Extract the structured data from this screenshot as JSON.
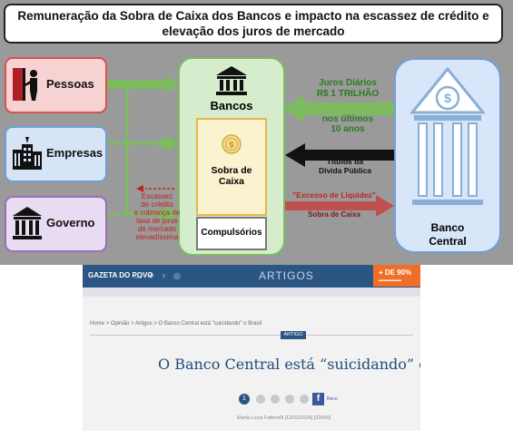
{
  "title": {
    "line1": "Remuneração da Sobra de Caixa dos Bancos e impacto na escassez de crédito e",
    "line2": "elevação dos juros de mercado"
  },
  "actors": [
    {
      "label": "Pessoas"
    },
    {
      "label": "Empresas"
    },
    {
      "label": "Governo"
    }
  ],
  "bancos": {
    "label": "Bancos",
    "sobra_label": "Sobra de Caixa",
    "compulsorios_label": "Compulsórios"
  },
  "banco_central": {
    "line1": "Banco",
    "line2": "Central"
  },
  "flows": {
    "juros_line1": "Juros Diários",
    "juros_line2": "R$ 1 TRILHÃO",
    "juros_line3": "nos últimos",
    "juros_line4": "10 anos",
    "titulos_line1": "Títulos da",
    "titulos_line2": "Dívida Pública",
    "excesso": "\"Excesso de Liquidez\"",
    "sobra_caixa": "Sobra de Caixa",
    "escassez": [
      "Escassez",
      "de crédito",
      "e cobrança de",
      "taxa de juros",
      "de mercado",
      "elevadíssima"
    ]
  },
  "colors": {
    "green": "#7cbc5f",
    "black_arrow": "#111111",
    "red": "#c0504d",
    "pessoas_border": "#d9534f",
    "empresas_border": "#6f9fd8",
    "governo_border": "#9b6fb3"
  },
  "article": {
    "brand": "GAZETA DO POVO",
    "section_head": "ARTIGOS",
    "promo": "+ DE 90%",
    "breadcrumb": "Home  >  Opinião  >  Artigos  >  O Banco Central está \"suicidando\" o Brasil",
    "tag": "ARTIGO",
    "headline": "O Banco Central está “suicidando” o Brasil",
    "share_count": "1",
    "fb_label": "Reco",
    "meta": "Maria Lucia Fattorelli     [12/01/2024]     [22h00]"
  }
}
